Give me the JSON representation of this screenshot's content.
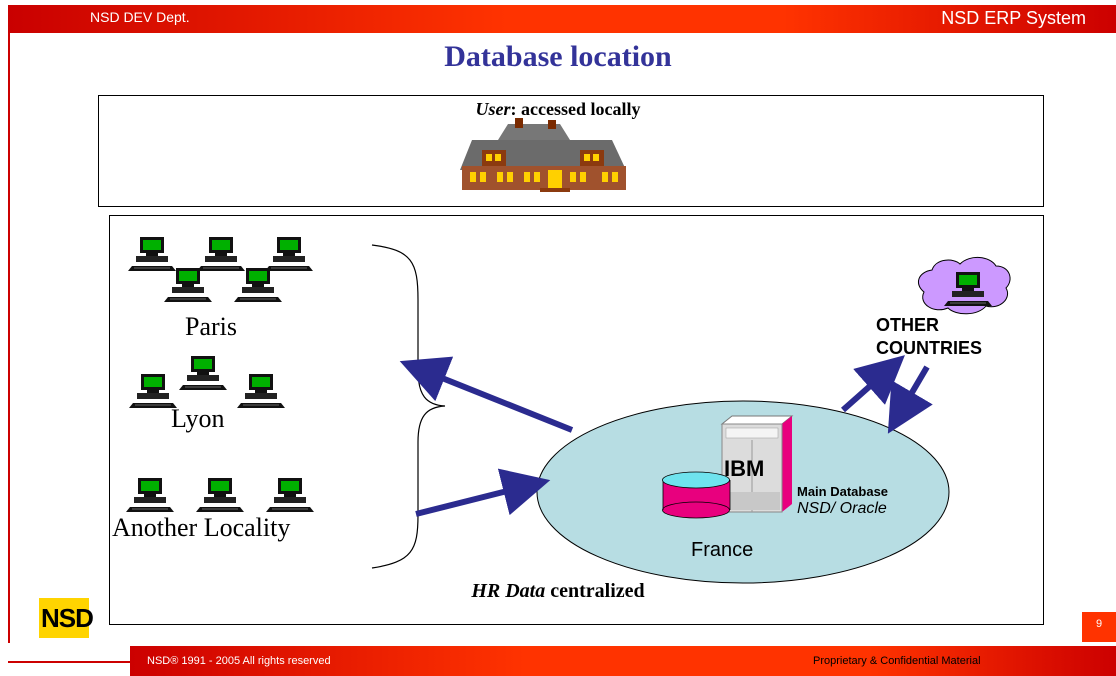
{
  "header": {
    "dept": "NSD DEV Dept.",
    "system": "NSD ERP System"
  },
  "slide": {
    "title": "Database location",
    "user_caption_italic": "User",
    "user_caption_rest": ": accessed locally",
    "locations": [
      "Paris",
      "Lyon",
      "Another Locality"
    ],
    "other_countries": [
      "OTHER",
      "COUNTRIES"
    ],
    "server_brand": "IBM",
    "main_database": "Main Database",
    "db_product": "NSD/ Oracle",
    "country": "France",
    "hr_caption_italic": "HR Data",
    "hr_caption_rest": " centralized"
  },
  "footer": {
    "copyright": "NSD® 1991 - 2005  All rights reserved",
    "confidential": "Proprietary & Confidential Material",
    "page_number": "9",
    "logo": "NSD"
  },
  "colors": {
    "bar_red": "#ff3300",
    "title_blue": "#333399",
    "arrow_navy": "#2b2b8f",
    "ellipse_fill": "#b7dde3",
    "db_pink": "#e8007e",
    "cloud_purple": "#cc99ff"
  }
}
